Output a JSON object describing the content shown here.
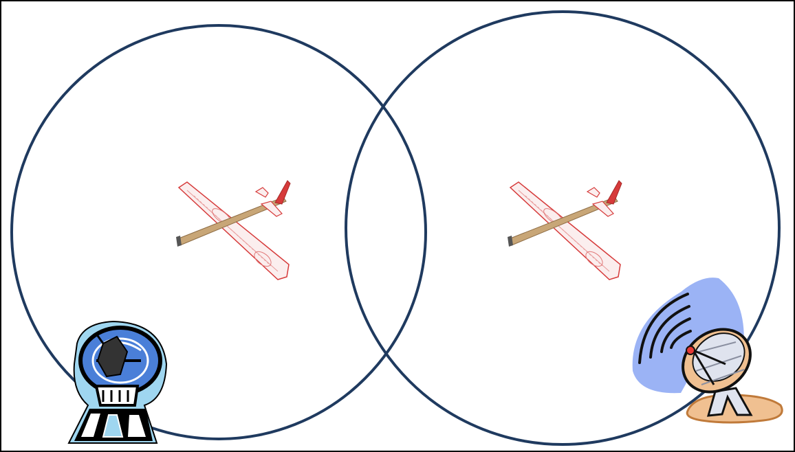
{
  "diagram": {
    "background_color": "#ffffff",
    "frame_color": "#000000",
    "circle_stroke_color": "#1f3a5f",
    "coverage_zones": [
      {
        "name": "left-radar-coverage",
        "icon": "radar-tower-icon"
      },
      {
        "name": "right-radar-coverage",
        "icon": "satellite-dish-icon"
      }
    ],
    "aircraft": [
      {
        "name": "aircraft-left",
        "icon": "balsa-glider-icon"
      },
      {
        "name": "aircraft-right",
        "icon": "balsa-glider-icon"
      }
    ],
    "colors": {
      "glider_body": "#c8a677",
      "glider_wing": "#fbeeee",
      "glider_trim": "#d63a3a",
      "radar_blue": "#4a7fd8",
      "radar_light": "#9fd6f0",
      "dish_signal": "#9bb3f5",
      "dish_base": "#f0c091"
    }
  }
}
